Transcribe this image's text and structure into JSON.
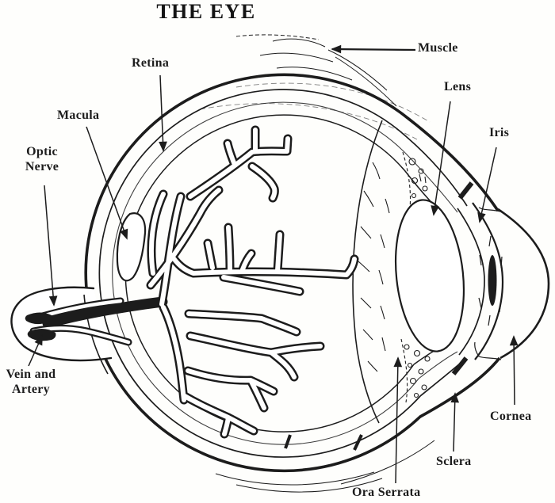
{
  "title": "THE EYE",
  "labels": {
    "muscle": "Muscle",
    "retina": "Retina",
    "macula": "Macula",
    "optic_nerve": {
      "line1": "Optic",
      "line2": "Nerve"
    },
    "lens": "Lens",
    "iris": "Iris",
    "vein_artery": {
      "line1": "Vein and",
      "line2": "Artery"
    },
    "cornea": "Cornea",
    "sclera": "Sclera",
    "ora_serrata": "Ora Serrata"
  },
  "colors": {
    "ink": "#1c1c1c",
    "paper": "#fefefc"
  },
  "diagram_type": "line-drawing",
  "subject": "cross-section of the human eye"
}
